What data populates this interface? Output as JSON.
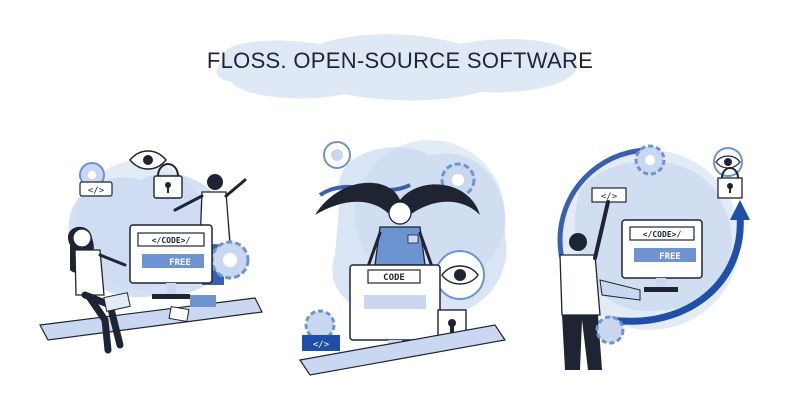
{
  "title": "FLOSS. OPEN-SOURCE SOFTWARE",
  "scene_left": {
    "code_tag": "</>",
    "monitor_line1": "</CODE>/",
    "monitor_line2": "FREE"
  },
  "scene_center": {
    "monitor_label": "CODE",
    "code_tag": "</>"
  },
  "scene_right": {
    "code_tag": "</>",
    "monitor_line1": "</CODE>/",
    "monitor_line2": "FREE"
  },
  "colors": {
    "ink": "#1f2433",
    "blue_dark": "#1f4fa8",
    "blue_mid": "#6d93d1",
    "blue_light": "#c9d8f0",
    "blue_pale": "#e3ebf7"
  },
  "icons": [
    "eye-icon",
    "lock-icon",
    "gear-icon",
    "code-tag-icon",
    "arrow-icon"
  ]
}
